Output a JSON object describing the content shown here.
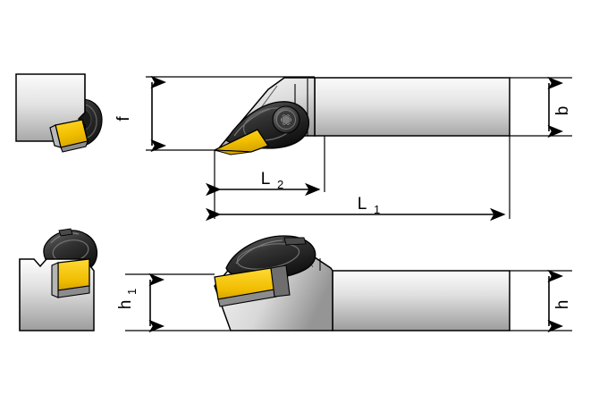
{
  "drawing": {
    "title": "Turning tool holder dimension drawing",
    "background_color": "#ffffff",
    "line_color": "#000000",
    "insert_color": "#f5c400",
    "clamp_color": "#2b2b2b",
    "shank_color_light": "#f2f2f2",
    "shank_color_dark": "#9a9a9a"
  },
  "dimensions": {
    "f": {
      "label": "f",
      "subscript": ""
    },
    "b": {
      "label": "b",
      "subscript": ""
    },
    "h": {
      "label": "h",
      "subscript": ""
    },
    "h1": {
      "label": "h",
      "subscript": "1"
    },
    "L1": {
      "label": "L",
      "subscript": "1"
    },
    "L2": {
      "label": "L",
      "subscript": "2"
    }
  },
  "views": {
    "top_left": {
      "name": "front-end-view-upper"
    },
    "top_main": {
      "name": "side-view-upper"
    },
    "bottom_left": {
      "name": "front-end-view-lower"
    },
    "bottom_main": {
      "name": "side-view-lower"
    }
  }
}
